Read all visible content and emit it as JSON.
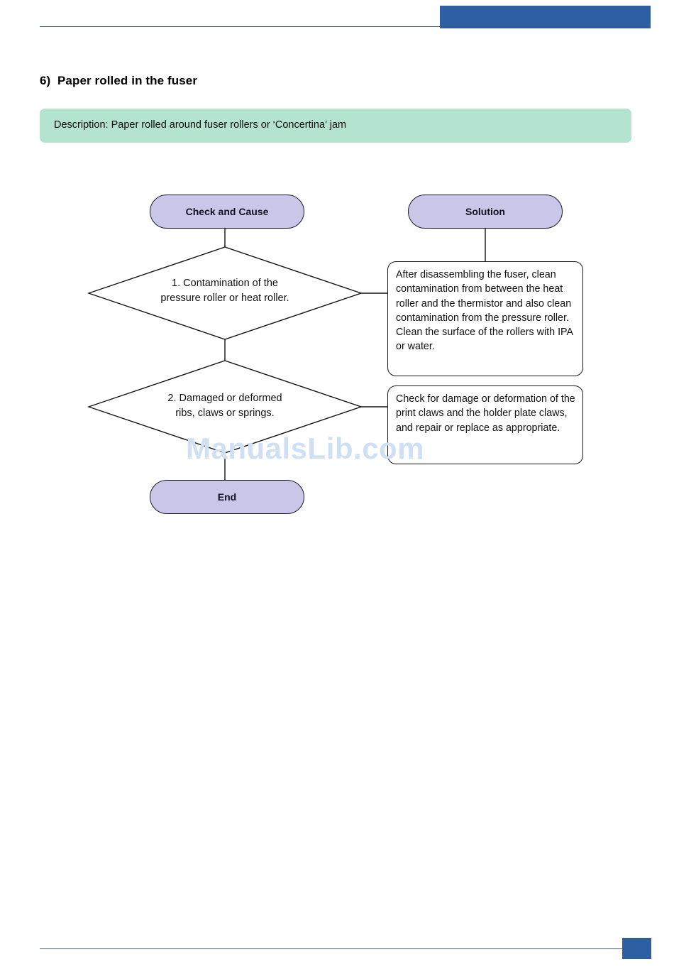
{
  "header": {
    "blue_bar_color": "#2e5fa3",
    "rule_color": "#3c5878"
  },
  "title": "6)  Paper rolled in the fuser",
  "description": {
    "text": "Description: Paper rolled around fuser rollers or ‘Concertina’ jam",
    "background_color": "#b4e3cf"
  },
  "flowchart": {
    "node_fill_color": "#c9c6e8",
    "columns": {
      "check_header": "Check and Cause",
      "solution_header": "Solution"
    },
    "steps": [
      {
        "check": "1. Contamination of the\npressure roller or heat roller.",
        "check_line1": "1. Contamination of the",
        "check_line2": "pressure roller or heat roller.",
        "solution": "After disassembling the fuser, clean contamination from between the heat roller and the thermistor and also clean contamination from the pressure roller. Clean the surface of the rollers with IPA or water."
      },
      {
        "check": "2. Damaged or deformed\nribs, claws or springs.",
        "check_line1": "2. Damaged or deformed",
        "check_line2": "ribs, claws or springs.",
        "solution": "Check for damage or deformation of the print claws and the holder plate claws, and repair or replace as appropriate."
      }
    ],
    "end_label": "End"
  },
  "watermark": {
    "text": "ManualsLib.com",
    "color": "#cfe0f5"
  },
  "footer": {
    "square_color": "#2e5fa3",
    "rule_color": "#3c5878"
  }
}
